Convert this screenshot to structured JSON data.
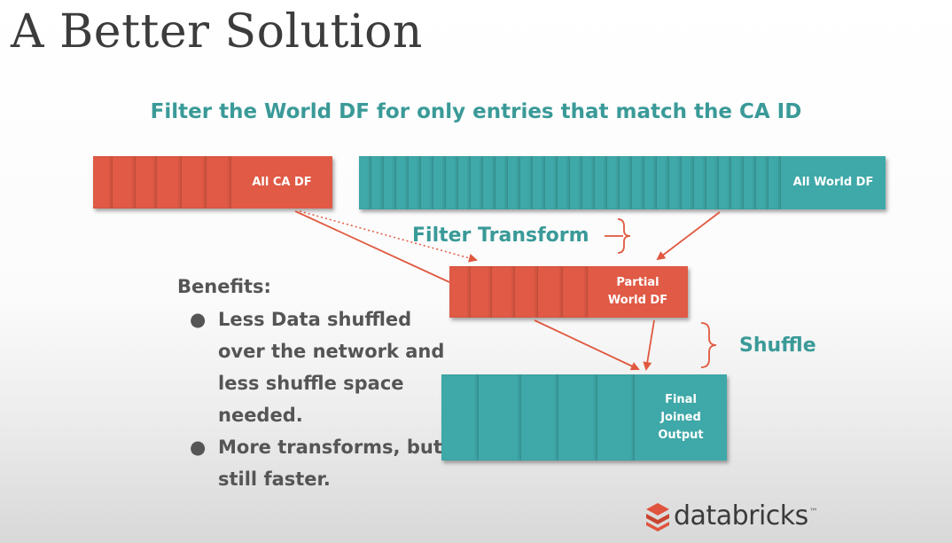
{
  "title": "A Better Solution",
  "subtitle": "Filter the World DF for only entries that match the CA ID",
  "colors": {
    "red": "#e05a45",
    "teal": "#3fa8a8",
    "subtitle_teal": "#3a9a98",
    "arrow": "#e0583f",
    "text_gray": "#555555"
  },
  "blocks": {
    "ca": {
      "label": "All CA DF",
      "color": "#e05a45"
    },
    "world": {
      "label": "All World DF",
      "color": "#3fa8a8"
    },
    "partial": {
      "label": "Partial\nWorld DF",
      "color": "#e05a45"
    },
    "final": {
      "label": "Final\nJoined\nOutput",
      "color": "#3fa8a8"
    }
  },
  "filter_label": "Filter Transform",
  "shuffle_label": "Shuffle",
  "benefits": {
    "heading": "Benefits:",
    "items": [
      "Less Data shuffled over the network and less shuffle space needed.",
      "More transforms, but still faster."
    ]
  },
  "logo": {
    "icon": "databricks-stack-icon",
    "text": "databricks",
    "trademark": "™"
  }
}
